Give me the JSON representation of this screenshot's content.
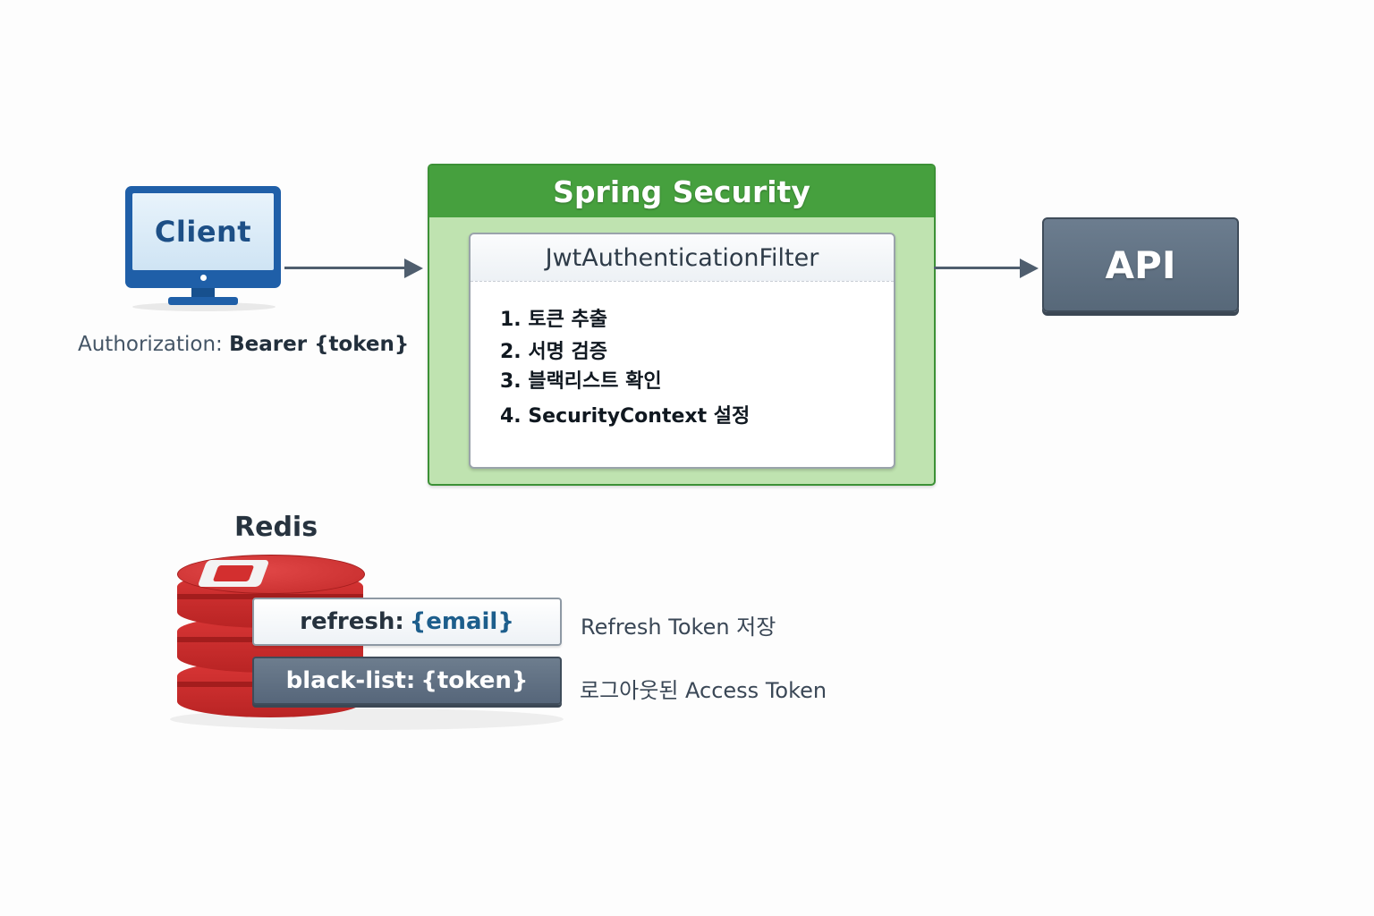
{
  "client": {
    "label": "Client"
  },
  "request": {
    "header_name": "Authorization:",
    "header_value": "Bearer {token}"
  },
  "spring_security": {
    "title": "Spring Security",
    "filter": {
      "name": "JwtAuthenticationFilter",
      "steps": [
        "1. 토큰 추출",
        "2. 서명 검증",
        "3. 블랙리스트 확인",
        "4. SecurityContext 설정"
      ]
    }
  },
  "api": {
    "label": "API"
  },
  "redis": {
    "title": "Redis",
    "keys": [
      {
        "prefix": "refresh:",
        "variable": "{email}",
        "description": "Refresh Token 저장"
      },
      {
        "prefix": "black-list:",
        "variable": "{token}",
        "description": "로그아웃된 Access Token"
      }
    ]
  },
  "colors": {
    "client_blue": "#1f5fa8",
    "spring_green": "#46a03e",
    "spring_bg": "#bfe3b0",
    "api_slate": "#576879",
    "redis_red": "#d32f2f",
    "arrow": "#4f5e6e"
  },
  "icons": [
    "monitor-icon",
    "redis-logo-icon"
  ]
}
